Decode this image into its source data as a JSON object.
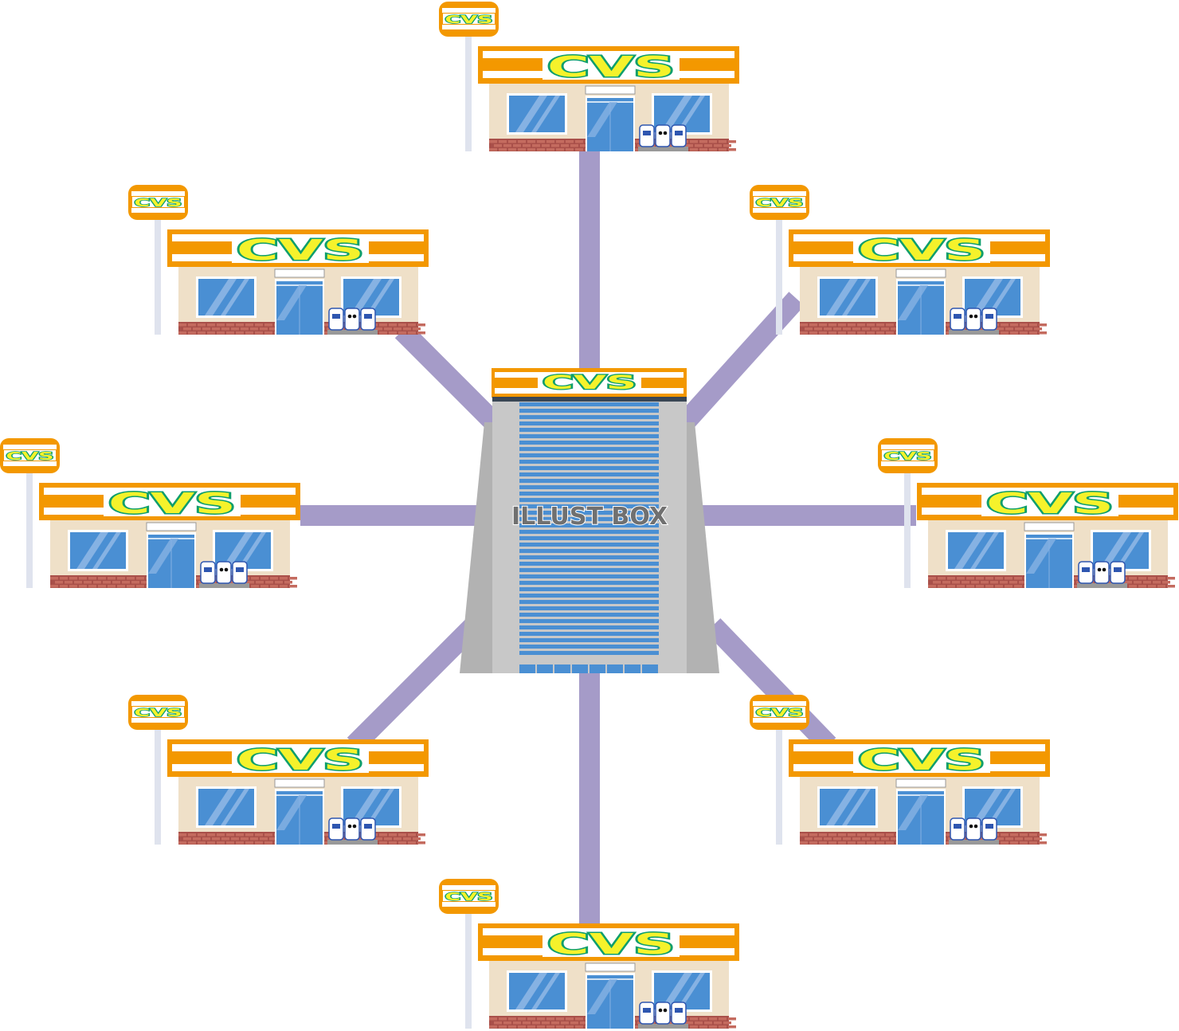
{
  "title": "Convenience store network",
  "sign_text": "CVS",
  "watermark": "ILLUST BOX",
  "colors": {
    "orange": "#f39800",
    "logo_fill": "#f5f22b",
    "logo_outline": "#0d9e6c",
    "link": "#a59bc8",
    "glass": "#4a8fd3",
    "wall": "#efe0c8",
    "brick": "#a9504a",
    "building_gray": "#c8c8c8"
  },
  "hub": {
    "label": "CVS",
    "type": "headquarters-building"
  },
  "stores": [
    {
      "id": "north",
      "label": "CVS"
    },
    {
      "id": "north-west",
      "label": "CVS"
    },
    {
      "id": "north-east",
      "label": "CVS"
    },
    {
      "id": "west",
      "label": "CVS"
    },
    {
      "id": "east",
      "label": "CVS"
    },
    {
      "id": "south-west",
      "label": "CVS"
    },
    {
      "id": "south-east",
      "label": "CVS"
    },
    {
      "id": "south",
      "label": "CVS"
    }
  ]
}
